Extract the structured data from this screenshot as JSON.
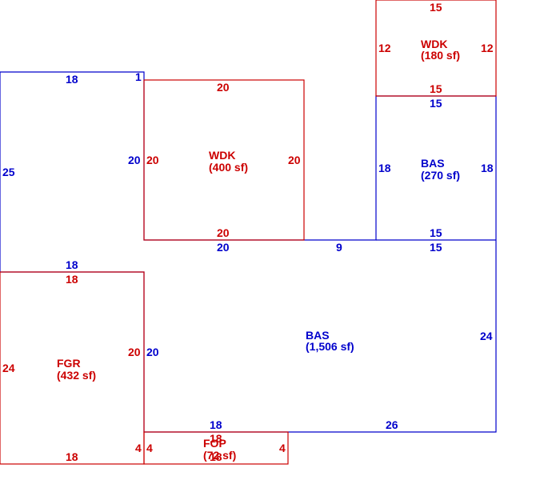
{
  "colors": {
    "blue": "#0000cc",
    "red": "#cc0000"
  },
  "areas": {
    "bas_main": {
      "code": "BAS",
      "area": "(1,506 sf)"
    },
    "bas_upper": {
      "code": "BAS",
      "area": "(270 sf)"
    },
    "wdk_main": {
      "code": "WDK",
      "area": "(400 sf)"
    },
    "wdk_upper": {
      "code": "WDK",
      "area": "(180 sf)"
    },
    "fgr": {
      "code": "FGR",
      "area": "(432 sf)"
    },
    "fop": {
      "code": "FOP",
      "area": "(72 sf)"
    }
  },
  "dims": {
    "left_top": "18",
    "left_jog": "1",
    "left_side": "25",
    "left_bottom": "18",
    "wdk_top": "20",
    "wdk_left_blue": "20",
    "wdk_left_red": "20",
    "wdk_right": "20",
    "wdk_bottom_red": "20",
    "wdk_bottom_blue": "20",
    "gap_9": "9",
    "wdk2_top": "15",
    "wdk2_left": "12",
    "wdk2_right": "12",
    "wdk2_bottom": "15",
    "bas2_top": "15",
    "bas2_left": "18",
    "bas2_right": "18",
    "bas2_bottom": "15",
    "bas_top_right": "15",
    "bas_right": "24",
    "bas_bottom": "26",
    "bas_left": "20",
    "bas_bottom_left": "18",
    "fgr_top": "18",
    "fgr_left": "24",
    "fgr_right": "20",
    "fgr_bottom": "18",
    "fgr_corner": "4",
    "fop_left": "4",
    "fop_right": "4",
    "fop_top": "18",
    "fop_bottom": "18"
  }
}
